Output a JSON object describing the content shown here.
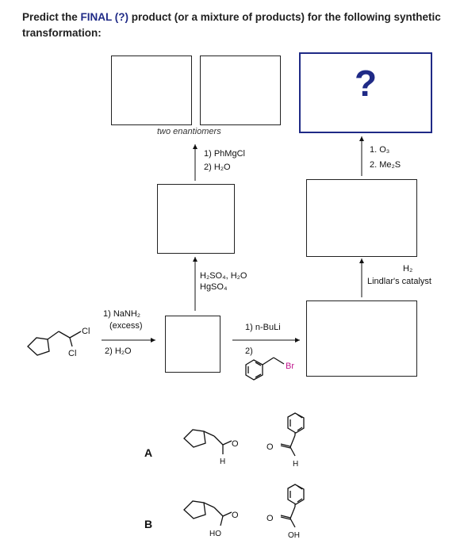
{
  "question": {
    "prefix": "Predict the ",
    "highlight": "FINAL (?)",
    "suffix": " product (or a mixture of products) for the following synthetic transformation:"
  },
  "unknown_symbol": "?",
  "labels": {
    "two_enantiomers": "two enantiomers",
    "step_phmgcl_1": "1) PhMgCl",
    "step_phmgcl_2": "2) H₂O",
    "step_ozone_1": "1. O₃",
    "step_ozone_2": "2. Me₂S",
    "step_hydration_1": "H₂SO₄, H₂O",
    "step_hydration_2": "HgSO₄",
    "step_lindlar_1": "H₂",
    "step_lindlar_2": "Lindlar's catalyst",
    "step_nanh2_1": "1) NaNH₂",
    "step_nanh2_2": "(excess)",
    "step_nanh2_3": "2) H₂O",
    "step_buli_1": "1) n-BuLi",
    "step_buli_2": "2)"
  },
  "atoms": {
    "cl1": "Cl",
    "cl2": "Cl",
    "br": "Br",
    "o": "O",
    "h": "H",
    "ho": "HO",
    "oh": "OH"
  },
  "options": {
    "a": "A",
    "b": "B"
  },
  "colors": {
    "accent": "#1f2a86",
    "bromine": "#c0148c"
  }
}
